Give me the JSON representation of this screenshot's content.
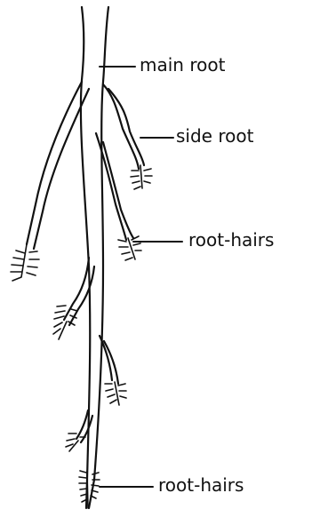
{
  "labels": {
    "main_root": "main root",
    "side_root": "side root",
    "root_hairs_upper": "root-hairs",
    "root_hairs_lower": "root-hairs"
  }
}
